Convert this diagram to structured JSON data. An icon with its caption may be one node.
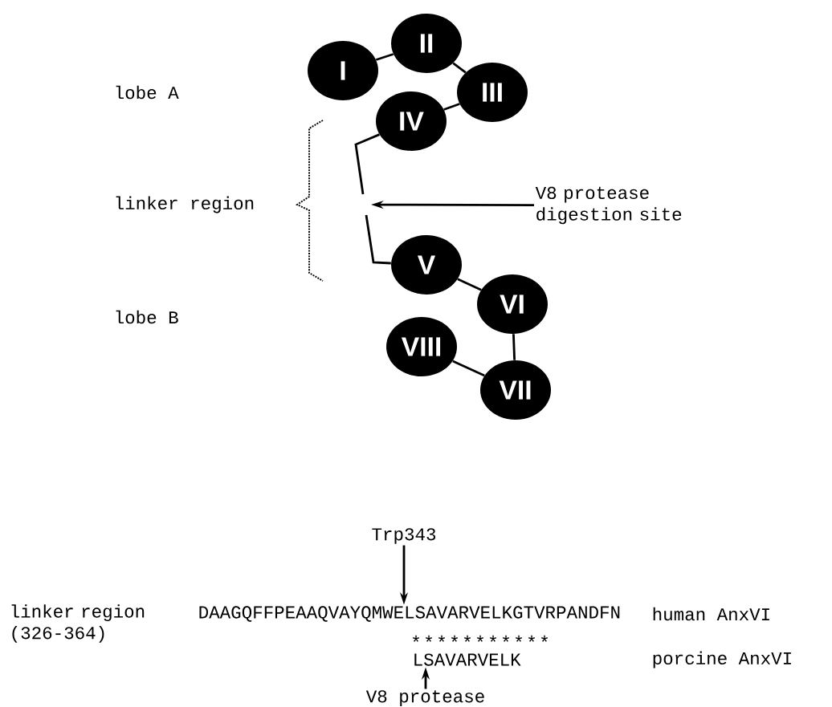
{
  "diagram": {
    "nodes": [
      {
        "text": [
          "I"
        ]
      },
      {
        "text": [
          "II"
        ]
      },
      {
        "text": [
          "III"
        ]
      },
      {
        "text": [
          "IV"
        ]
      },
      {
        "text": [
          "V"
        ]
      },
      {
        "text": [
          "VI"
        ]
      },
      {
        "text": [
          "VII"
        ]
      },
      {
        "text": [
          "VIII"
        ]
      },
      {
        "text": [
          "V8 protease digestion site"
        ]
      },
      {
        "text": [
          "Trp343"
        ]
      },
      {
        "text": [
          "DAAGQFFPEAAQVAYQMWELSAVARVELKGTVRPANDFN"
        ]
      },
      {
        "text": [
          "LSAVARVELK"
        ]
      },
      {
        "text": [
          "V8 protease"
        ]
      }
    ],
    "edges": [
      {
        "from": 0,
        "to": 1,
        "arrow": "none"
      },
      {
        "from": 1,
        "to": 2,
        "arrow": "none"
      },
      {
        "from": 2,
        "to": 3,
        "arrow": "none"
      },
      {
        "from": 3,
        "to": null,
        "arrow": "none"
      },
      {
        "from": null,
        "to": 4,
        "arrow": "none"
      },
      {
        "from": 4,
        "to": 5,
        "arrow": "none"
      },
      {
        "from": 5,
        "to": 6,
        "arrow": "none"
      },
      {
        "from": 6,
        "to": 7,
        "arrow": "none"
      },
      {
        "from": 8,
        "to": null,
        "arrow": "to"
      },
      {
        "from": 9,
        "to": 10,
        "arrow": "to"
      },
      {
        "from": 12,
        "to": 11,
        "arrow": "to"
      }
    ],
    "labels": [
      "lobe A",
      "linker region",
      "lobe B",
      "linker region (326-364)",
      "human AnxVI",
      "*",
      "*",
      "*",
      "*",
      "*",
      "*",
      "*",
      "*",
      "*",
      "*",
      "*",
      "porcine AnxVI"
    ]
  }
}
